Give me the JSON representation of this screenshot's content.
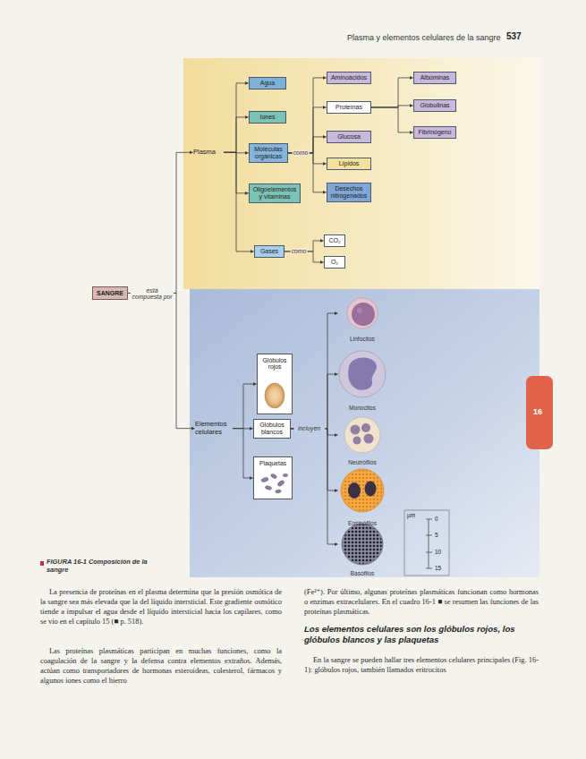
{
  "diagram": {
    "caption": "FIGURA 16-1 Composición de la sangre",
    "nodes": [
      {
        "text": [
          "SANGRE"
        ]
      },
      {
        "text": [
          "Plasma"
        ]
      },
      {
        "text": [
          "Agua"
        ]
      },
      {
        "text": [
          "Iones"
        ]
      },
      {
        "text": [
          "Moléculas orgánicas"
        ]
      },
      {
        "text": [
          "Oligoelementos y vitaminas"
        ]
      },
      {
        "text": [
          "Gases"
        ]
      },
      {
        "text": [
          "Aminoácidos"
        ]
      },
      {
        "text": [
          "Proteínas"
        ]
      },
      {
        "text": [
          "Glucosa"
        ]
      },
      {
        "text": [
          "Lípidos"
        ]
      },
      {
        "text": [
          "Desechos nitrogenados"
        ]
      },
      {
        "text": [
          "Albúminas"
        ]
      },
      {
        "text": [
          "Globulinas"
        ]
      },
      {
        "text": [
          "Fibrinógeno"
        ]
      },
      {
        "text": [
          "CO₂"
        ]
      },
      {
        "text": [
          "O₂"
        ]
      },
      {
        "text": [
          "Elementos celulares"
        ]
      },
      {
        "text": [
          "Glóbulos rojos"
        ]
      },
      {
        "text": [
          "Glóbulos blancos"
        ]
      },
      {
        "text": [
          "Plaquetas"
        ]
      },
      {
        "text": [
          "Linfocitos"
        ]
      },
      {
        "text": [
          "Monocitos"
        ]
      },
      {
        "text": [
          "Neutrófilos"
        ]
      },
      {
        "text": [
          "Eosinófilos"
        ]
      },
      {
        "text": [
          "Basófilos"
        ]
      }
    ],
    "edges": [
      {
        "from": 0,
        "to": 1,
        "label": "está compuesta por",
        "arrow": "to"
      },
      {
        "from": 0,
        "to": 17,
        "arrow": "to"
      },
      {
        "from": 1,
        "to": 2,
        "arrow": "to"
      },
      {
        "from": 1,
        "to": 3,
        "arrow": "to"
      },
      {
        "from": 1,
        "to": 4,
        "arrow": "to"
      },
      {
        "from": 1,
        "to": 5,
        "arrow": "to"
      },
      {
        "from": 1,
        "to": 6,
        "arrow": "to"
      },
      {
        "from": 4,
        "to": 7,
        "label": "como",
        "arrow": "to"
      },
      {
        "from": 4,
        "to": 8,
        "arrow": "to"
      },
      {
        "from": 4,
        "to": 9,
        "arrow": "to"
      },
      {
        "from": 4,
        "to": 10,
        "arrow": "to"
      },
      {
        "from": 4,
        "to": 11,
        "arrow": "to"
      },
      {
        "from": 8,
        "to": 12,
        "arrow": "to"
      },
      {
        "from": 8,
        "to": 13,
        "arrow": "to"
      },
      {
        "from": 8,
        "to": 14,
        "arrow": "to"
      },
      {
        "from": 6,
        "to": 15,
        "label": "como",
        "arrow": "to"
      },
      {
        "from": 6,
        "to": 16,
        "arrow": "to"
      },
      {
        "from": 17,
        "to": 18,
        "arrow": "to"
      },
      {
        "from": 17,
        "to": 19,
        "arrow": "to"
      },
      {
        "from": 17,
        "to": 20,
        "arrow": "to"
      },
      {
        "from": 19,
        "to": 21,
        "label": "incluyen",
        "arrow": "to"
      },
      {
        "from": 19,
        "to": 22,
        "arrow": "to"
      },
      {
        "from": 19,
        "to": 23,
        "arrow": "to"
      },
      {
        "from": 19,
        "to": 24,
        "arrow": "to"
      },
      {
        "from": 19,
        "to": 25,
        "arrow": "to"
      }
    ],
    "labels": [
      "Plasma y elementos celulares de la sangre",
      "537",
      "16",
      "µm",
      "0",
      "5",
      "10",
      "15",
      "La presencia de proteínas en el plasma determina que la presión osmótica de la sangre sea más elevada que la del líquido intersticial. Este gradiente osmótico tiende a impulsar el agua desde el líquido intersticial hacia los capilares, como se vio en el capítulo 15 (■ p. 518).",
      "Las proteínas plasmáticas participan en muchas funciones, como la coagulación de la sangre y la defensa contra elementos extraños. Además, actúan como transportadores de hormonas esteroideas, colesterol, fármacos y algunos iones como el hierro",
      "(Fe²⁺). Por último, algunas proteínas plasmáticas funcionan como hormonas o enzimas extracelulares. En el cuadro 16-1 ■ se resumen las funciones de las proteínas plasmáticas.",
      "Los elementos celulares son los glóbulos rojos, los glóbulos blancos y las plaquetas",
      "En la sangre se pueden hallar tres elementos celulares principales (Fig. 16-1): glóbulos rojos, también llamados eritrocitos"
    ]
  }
}
